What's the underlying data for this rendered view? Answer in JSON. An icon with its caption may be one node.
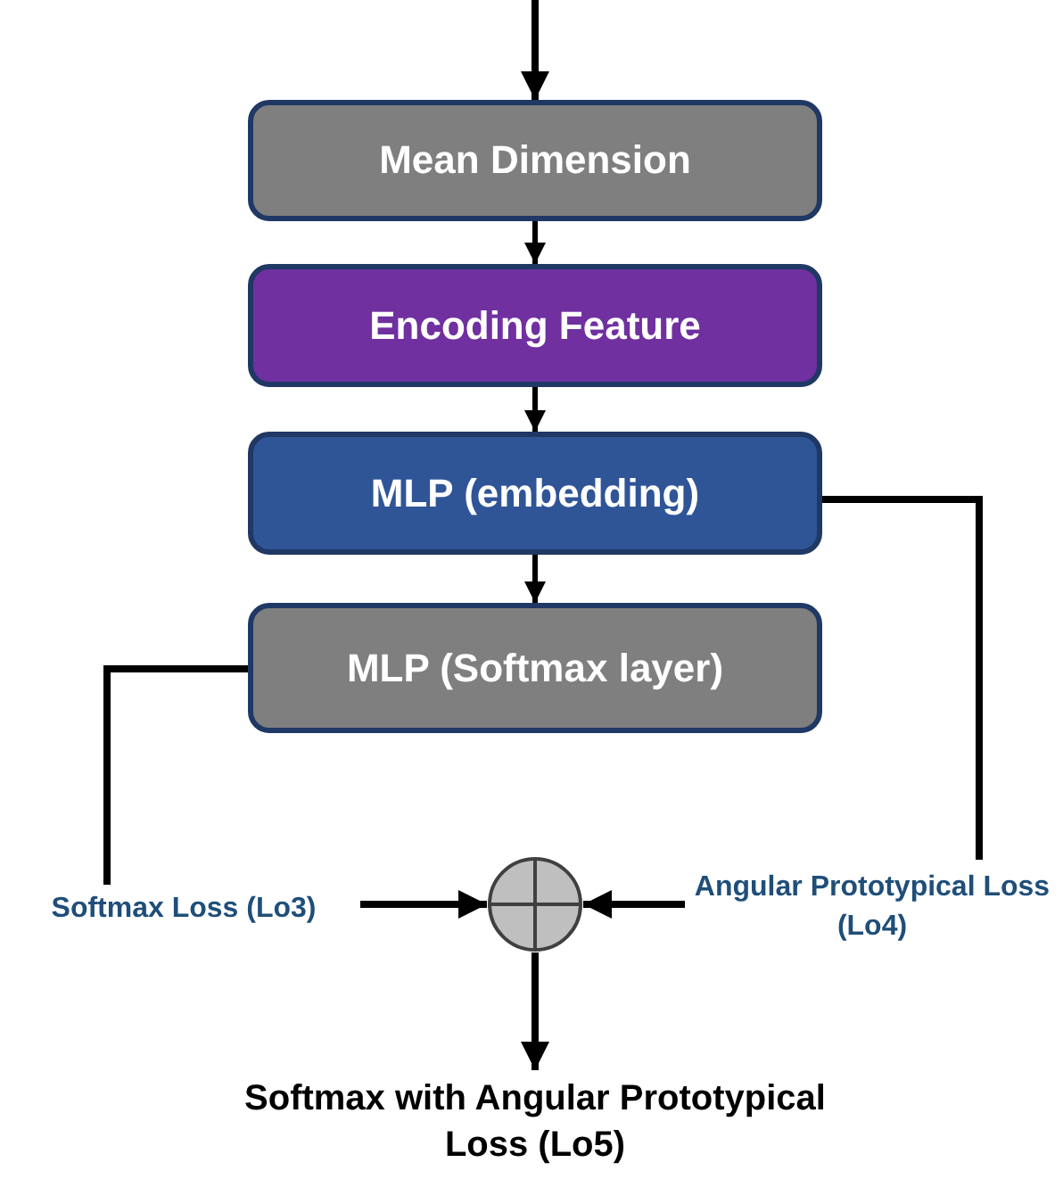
{
  "diagram": {
    "nodes": [
      {
        "text": [
          "Mean Dimension"
        ]
      },
      {
        "text": [
          "Encoding Feature"
        ]
      },
      {
        "text": [
          "MLP (embedding)"
        ]
      },
      {
        "text": [
          "MLP (Softmax layer)"
        ]
      },
      {
        "text": [
          "Softmax Loss (Lo3)"
        ]
      },
      {
        "text": [
          "Angular Prototypical Loss (Lo4)"
        ]
      },
      {
        "text": [],
        "shape": "circle"
      },
      {
        "text": [
          "Softmax with Angular Prototypical Loss (Lo5)"
        ]
      }
    ],
    "edges": [
      {
        "from": null,
        "to": 0,
        "arrow": "to"
      },
      {
        "from": 0,
        "to": 1,
        "arrow": "to"
      },
      {
        "from": 1,
        "to": 2,
        "arrow": "to"
      },
      {
        "from": 2,
        "to": 3,
        "arrow": "to"
      },
      {
        "from": 3,
        "to": 4,
        "arrow": "none"
      },
      {
        "from": 2,
        "to": 5,
        "arrow": "none"
      },
      {
        "from": 4,
        "to": 6,
        "arrow": "to"
      },
      {
        "from": 5,
        "to": 6,
        "arrow": "to"
      },
      {
        "from": 6,
        "to": 7,
        "arrow": "to"
      }
    ]
  }
}
